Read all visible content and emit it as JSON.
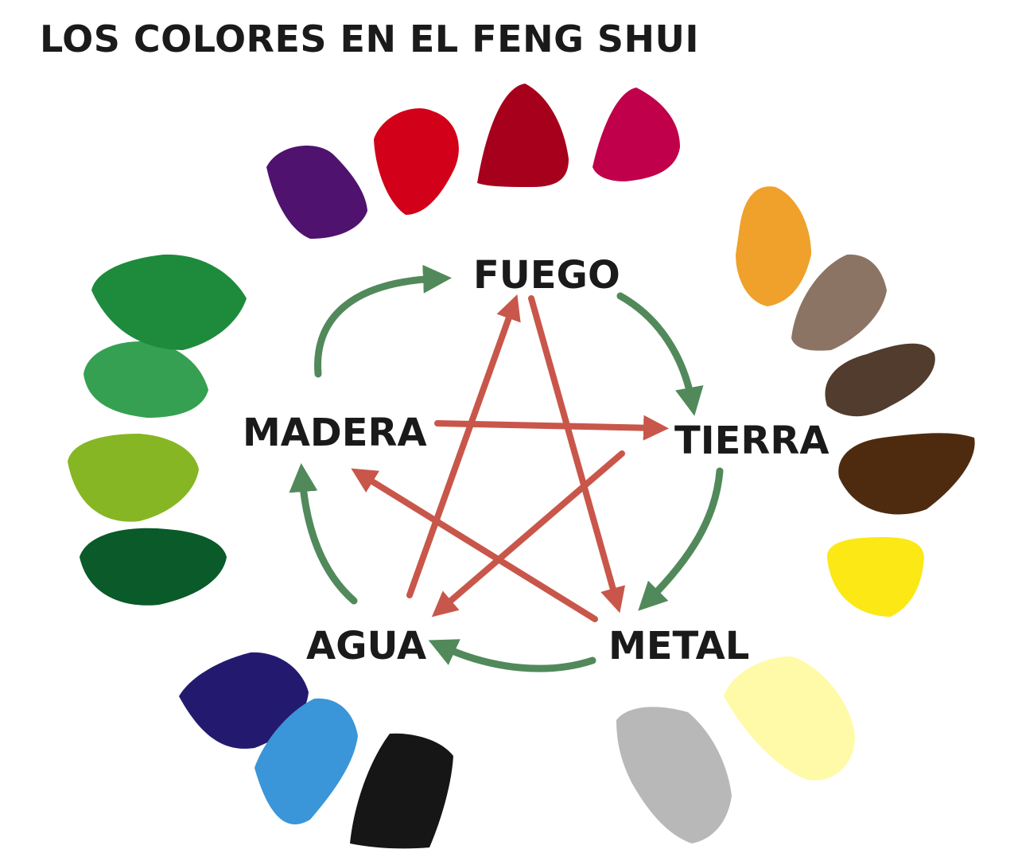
{
  "title": "LOS COLORES EN EL FENG SHUI",
  "elements": {
    "fuego": "FUEGO",
    "tierra": "TIERRA",
    "metal": "METAL",
    "agua": "AGUA",
    "madera": "MADERA"
  },
  "colors": {
    "cycle_arrow": "#3f7d4a",
    "star_arrow": "#c0392b",
    "label": "#1a1a1a"
  },
  "swatch_groups": [
    {
      "element": "fuego",
      "colors": [
        "#4f126e",
        "#d20018",
        "#a6001c",
        "#c0004a"
      ]
    },
    {
      "element": "tierra",
      "colors": [
        "#efa12c",
        "#8c7464",
        "#523c2e",
        "#4e2b0f",
        "#fbe815"
      ]
    },
    {
      "element": "metal",
      "colors": [
        "#fefaa8",
        "#b8b8b8"
      ]
    },
    {
      "element": "agua",
      "colors": [
        "#231a70",
        "#3a96d8",
        "#161616"
      ]
    },
    {
      "element": "madera",
      "colors": [
        "#0a5a2a",
        "#86b623",
        "#36a052",
        "#1e8b3c"
      ]
    }
  ]
}
